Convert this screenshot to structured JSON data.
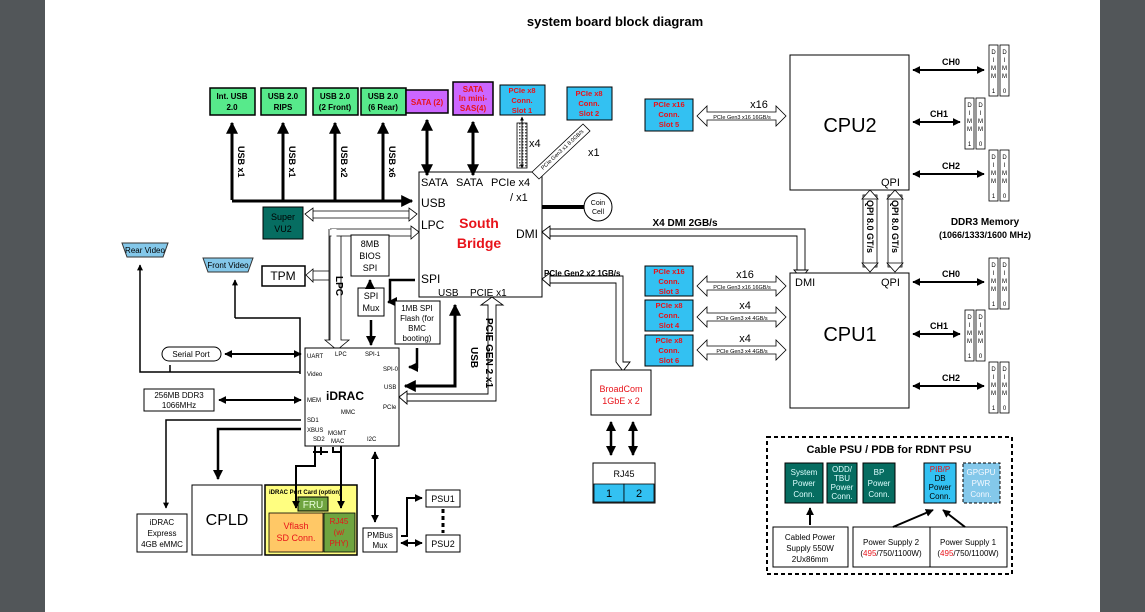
{
  "title": "system board block diagram",
  "colors": {
    "green": "#57ea8b",
    "teal": "#066d61",
    "purple": "#cc66ff",
    "cyan": "#33c1f2",
    "yellow": "#fffe80",
    "orange": "#ffc866",
    "fru": "#6fa43f",
    "red": "#e8131a",
    "ltblue": "#84c8ea"
  },
  "usb": [
    {
      "line1": "Int. USB",
      "line2": "2.0",
      "bus": "USB x1"
    },
    {
      "line1": "USB 2.0",
      "line2": "RIPS",
      "bus": "USB x1"
    },
    {
      "line1": "USB 2.0",
      "line2": "(2 Front)",
      "bus": "USB x2"
    },
    {
      "line1": "USB 2.0",
      "line2": "(6 Rear)",
      "bus": "USB x6"
    }
  ],
  "sata2": "SATA (2)",
  "sata_mini": {
    "line1": "SATA",
    "line2": "In mini-",
    "line3": "SAS(4)"
  },
  "pcie_slot1": {
    "line1": "PCIe x8",
    "line2": "Conn.",
    "line3": "Slot 1"
  },
  "pcie_slot2": {
    "line1": "PCIe x8",
    "line2": "Conn.",
    "line3": "Slot 2"
  },
  "pcie_slot5": {
    "line1": "PCIe x16",
    "line2": "Conn.",
    "line3": "Slot 5"
  },
  "pcie_slot3": {
    "line1": "PCIe x16",
    "line2": "Conn.",
    "line3": "Slot 3"
  },
  "pcie_slot4": {
    "line1": "PCIe x8",
    "line2": "Conn.",
    "line3": "Slot 4"
  },
  "pcie_slot6": {
    "line1": "PCIe x8",
    "line2": "Conn.",
    "line3": "Slot 6"
  },
  "sb": {
    "sata1": "SATA",
    "sata2": "SATA",
    "pcie": "PCIe x4",
    "pcie2": "/ x1",
    "usb": "USB",
    "lpc": "LPC",
    "spi": "SPI",
    "dmi": "DMI",
    "name1": "South",
    "name2": "Bridge",
    "usb_b": "USB",
    "pcie_b": "PCIE x1"
  },
  "x4": "x4",
  "x1": "x1",
  "gen3x1": "PCIe Gen3 x1 8.0GB/s",
  "coin": {
    "line1": "Coin",
    "line2": "Cell"
  },
  "dmi_link": "X4 DMI  2GB/s",
  "gen2x2": "PCIe Gen2 x2 1GB/s",
  "pcie_gen2x1": "PCIE GEN 2 x1",
  "usb_vert": "USB",
  "super": {
    "line1": "Super",
    "line2": "VU2"
  },
  "bios": {
    "line1": "8MB",
    "line2": "BIOS",
    "line3": "SPI"
  },
  "spimux": {
    "line1": "SPI",
    "line2": "Mux"
  },
  "spiflash": {
    "line1": "1MB SPI",
    "line2": "Flash (for",
    "line3": "BMC",
    "line4": "booting)"
  },
  "rear_video": "Rear Video",
  "front_video": "Front Video",
  "tpm": "TPM",
  "lpc": "LPC",
  "serial": "Serial Port",
  "ddr3_256": {
    "line1": "256MB DDR3",
    "line2": "1066MHz"
  },
  "idrac": {
    "name": "iDRAC",
    "mmc": "MMC",
    "uart": "UART",
    "lpc": "LPC",
    "spi1": "SPI-1",
    "spi0": "SPI-0",
    "video": "Video",
    "usb": "USB",
    "mem": "MEM",
    "pcie": "PCIe",
    "sd1": "SD1",
    "xbus": "XBUS",
    "sd2": "SD2",
    "mgmt": "MGMT",
    "mac": "MAC",
    "i2c": "I2C"
  },
  "emmc": {
    "line1": "iDRAC",
    "line2": "Express",
    "line3": "4GB eMMC"
  },
  "cpld": "CPLD",
  "portcard": {
    "title": "iDRAC Port Card (option)",
    "fru": "FRU",
    "vflash1": "Vflash",
    "vflash2": "SD Conn.",
    "rj1": "RJ45",
    "rj2": "(w/",
    "rj3": "PHY)"
  },
  "pmbus": {
    "line1": "PMBus",
    "line2": "Mux"
  },
  "psu1": "PSU1",
  "psu2": "PSU2",
  "broadcom": {
    "line1": "BroadCom",
    "line2": "1GbE x 2"
  },
  "rj45": {
    "label": "RJ45",
    "p1": "1",
    "p2": "2"
  },
  "cpu2": "CPU2",
  "cpu1": "CPU1",
  "qpi": "QPI",
  "dmi_cpu": "DMI",
  "x16": "x16",
  "gen3x16": "PCIe Gen3 x16 16GB/s",
  "gen3x4": "PCIe Gen3 x4 4GB/s",
  "qpi_link": "QPI 8.0 GT/s",
  "ch": [
    "CH0",
    "CH1",
    "CH2"
  ],
  "dimm_letters": [
    "D",
    "I",
    "M",
    "M"
  ],
  "dimm_nums": [
    "1",
    "0"
  ],
  "ddr3mem": {
    "line1": "DDR3 Memory",
    "line2": "(1066/1333/1600 MHz)"
  },
  "psu_panel": {
    "title": "Cable PSU / PDB for RDNT PSU",
    "sys": {
      "line1": "System",
      "line2": "Power",
      "line3": "Conn."
    },
    "odd": {
      "line1": "ODD/",
      "line2": "TBU",
      "line3": "Power",
      "line4": "Conn."
    },
    "bp": {
      "line1": "BP",
      "line2": "Power",
      "line3": "Conn."
    },
    "pib": {
      "line1": "PIB/P",
      "line2": "DB",
      "line3": "Power",
      "line4": "Conn."
    },
    "gpgpu": {
      "line1": "GPGPU",
      "line2": "PWR",
      "line3": "Conn."
    },
    "cabled": {
      "line1": "Cabled Power",
      "line2": "Supply 550W",
      "line3": "2Ux86mm"
    },
    "ps2": {
      "line1": "Power Supply 2",
      "w_pre": "(",
      "w_red": "495",
      "w_post": "/750/1100W)"
    },
    "ps1": {
      "line1": "Power Supply 1",
      "w_pre": "(",
      "w_red": "495",
      "w_post": "/750/1100W)"
    }
  }
}
